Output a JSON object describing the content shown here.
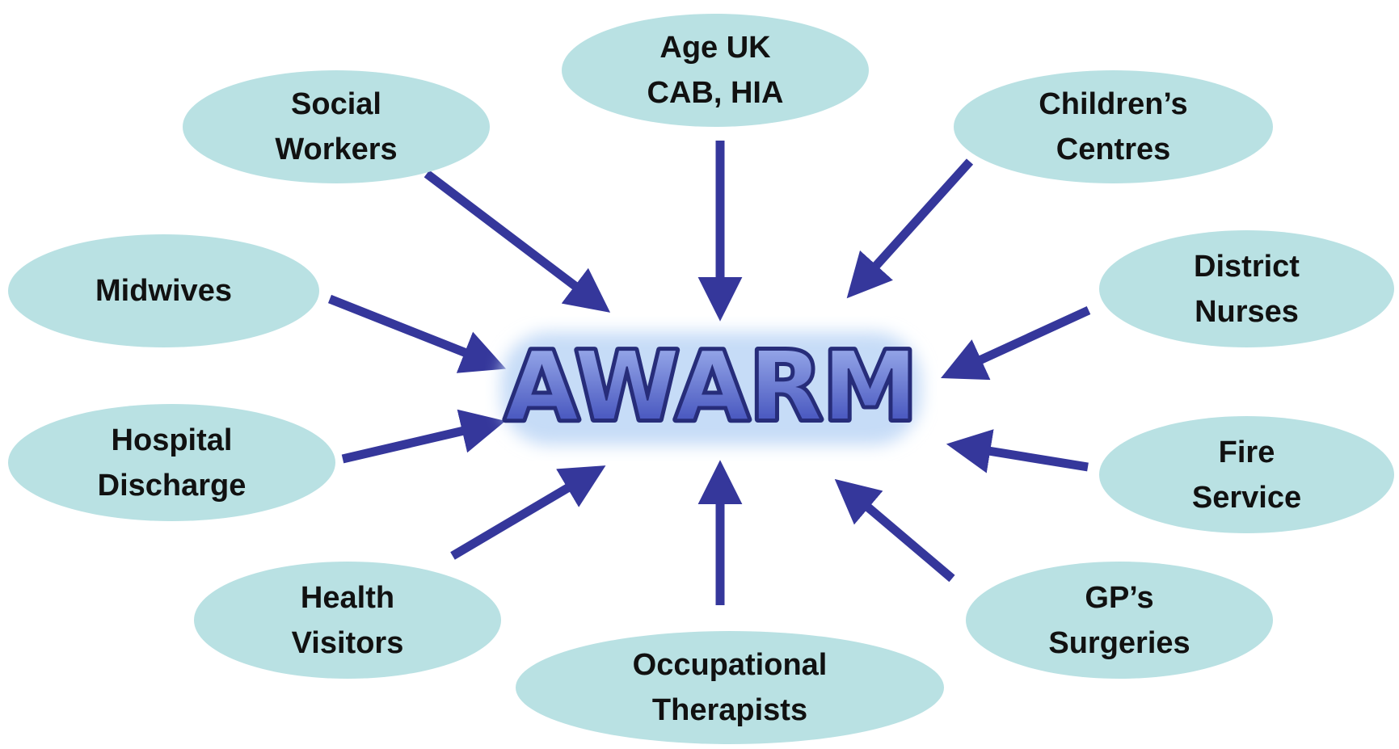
{
  "colors": {
    "node_fill": "#b9e1e3",
    "arrow": "#35379b",
    "logo_fill_top": "#a7b9f2",
    "logo_fill_bottom": "#3240b3",
    "logo_outline": "#272d7a",
    "logo_glow": "#c6dcf7"
  },
  "center": {
    "logo_text": "AWARM"
  },
  "nodes": {
    "age_uk": "Age UK\nCAB, HIA",
    "social_workers": "Social\nWorkers",
    "childrens_centres": "Children’s\nCentres",
    "midwives": "Midwives",
    "district_nurses": "District\nNurses",
    "hospital_discharge": "Hospital\nDischarge",
    "fire_service": "Fire\nService",
    "health_visitors": "Health\nVisitors",
    "gps_surgeries": "GP’s\nSurgeries",
    "occupational_therapists": "Occupational\nTherapists"
  },
  "arrows": [
    {
      "from": "age_uk",
      "to": "awarm"
    },
    {
      "from": "social_workers",
      "to": "awarm"
    },
    {
      "from": "childrens_centres",
      "to": "awarm"
    },
    {
      "from": "midwives",
      "to": "awarm"
    },
    {
      "from": "district_nurses",
      "to": "awarm"
    },
    {
      "from": "hospital_discharge",
      "to": "awarm"
    },
    {
      "from": "fire_service",
      "to": "awarm"
    },
    {
      "from": "health_visitors",
      "to": "awarm"
    },
    {
      "from": "gps_surgeries",
      "to": "awarm"
    },
    {
      "from": "occupational_therapists",
      "to": "awarm"
    }
  ]
}
